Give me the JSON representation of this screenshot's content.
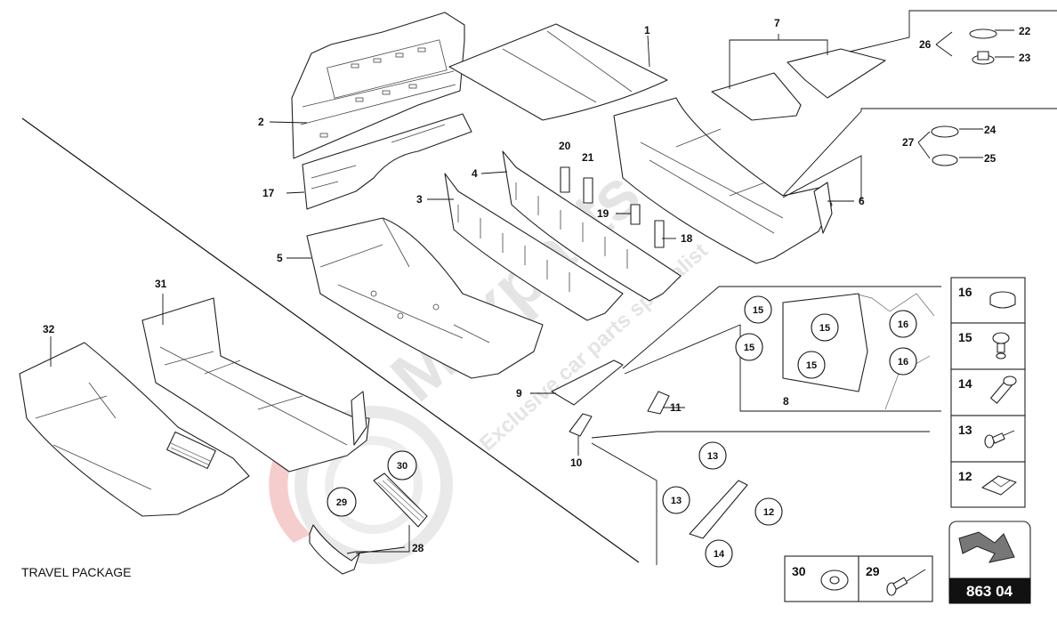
{
  "diagram": {
    "footer_text": "TRAVEL PACKAGE",
    "drawing_code": "863 04",
    "watermark": {
      "brand": "Maxparts",
      "tagline": "Exclusive car parts specialist"
    },
    "callouts": [
      "1",
      "2",
      "3",
      "4",
      "5",
      "6",
      "7",
      "8",
      "9",
      "10",
      "11",
      "17",
      "18",
      "19",
      "20",
      "21",
      "22",
      "23",
      "24",
      "25",
      "26",
      "27",
      "28",
      "31",
      "32"
    ],
    "circled_callouts": [
      "12",
      "13",
      "14",
      "15",
      "16",
      "29",
      "30"
    ],
    "legend_right": [
      "16",
      "15",
      "14",
      "13",
      "12"
    ],
    "legend_bottom": [
      "30",
      "29"
    ]
  }
}
